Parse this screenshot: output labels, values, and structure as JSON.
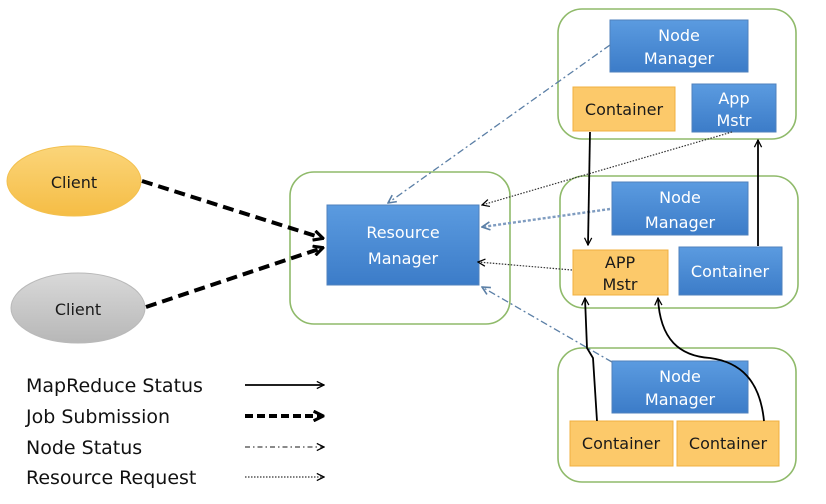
{
  "diagram": {
    "clients": [
      {
        "label": "Client",
        "color": "#f7c550"
      },
      {
        "label": "Client",
        "color": "#c9c9c9"
      }
    ],
    "resource_manager": {
      "line1": "Resource",
      "line2": "Manager"
    },
    "nodes": [
      {
        "node_manager": {
          "line1": "Node",
          "line2": "Manager"
        },
        "container": "Container",
        "app_master": {
          "line1": "App",
          "line2": "Mstr"
        }
      },
      {
        "node_manager": {
          "line1": "Node",
          "line2": "Manager"
        },
        "app_master": {
          "line1": "APP",
          "line2": "Mstr"
        },
        "container": "Container"
      },
      {
        "node_manager": {
          "line1": "Node",
          "line2": "Manager"
        },
        "containers": [
          "Container",
          "Container"
        ]
      }
    ],
    "legend": [
      {
        "label": "MapReduce  Status",
        "style": "solid"
      },
      {
        "label": "Job Submission",
        "style": "bold-dashed"
      },
      {
        "label": "Node Status",
        "style": "dash-dot"
      },
      {
        "label": "Resource Request",
        "style": "dotted"
      }
    ],
    "colors": {
      "manager_blue": "#4f8fd6",
      "container_orange": "#fcc96a",
      "group_border": "#8fba6a"
    }
  }
}
